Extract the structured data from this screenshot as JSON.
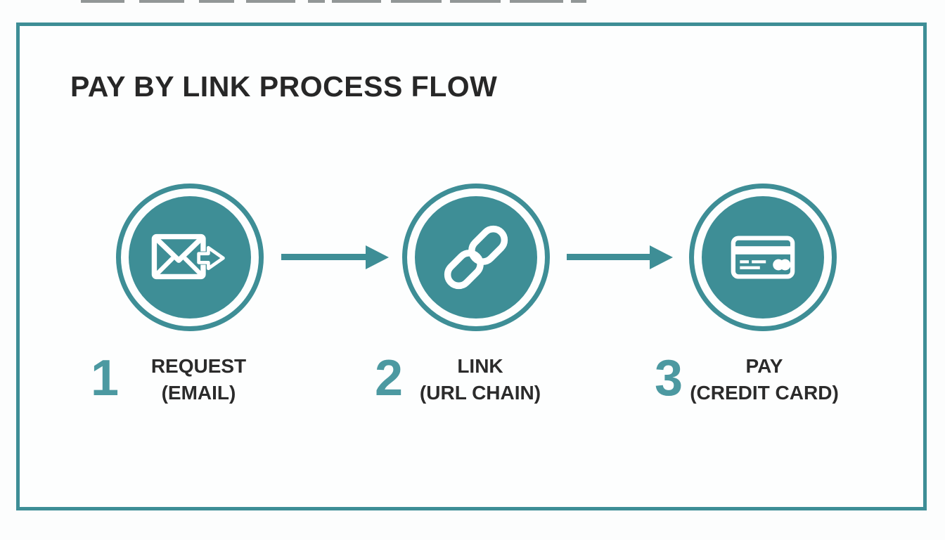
{
  "title": "PAY BY LINK PROCESS FLOW",
  "colors": {
    "teal": "#3e8e96",
    "number_teal": "#4c99a1",
    "text_dark": "#2b2b2b",
    "background": "#fdfefe"
  },
  "steps": [
    {
      "number": "1",
      "label_line1": "REQUEST",
      "label_line2": "(EMAIL)",
      "icon": "email-send-icon"
    },
    {
      "number": "2",
      "label_line1": "LINK",
      "label_line2": "(URL CHAIN)",
      "icon": "chain-link-icon"
    },
    {
      "number": "3",
      "label_line1": "PAY",
      "label_line2": "(CREDIT CARD)",
      "icon": "credit-card-icon"
    }
  ]
}
